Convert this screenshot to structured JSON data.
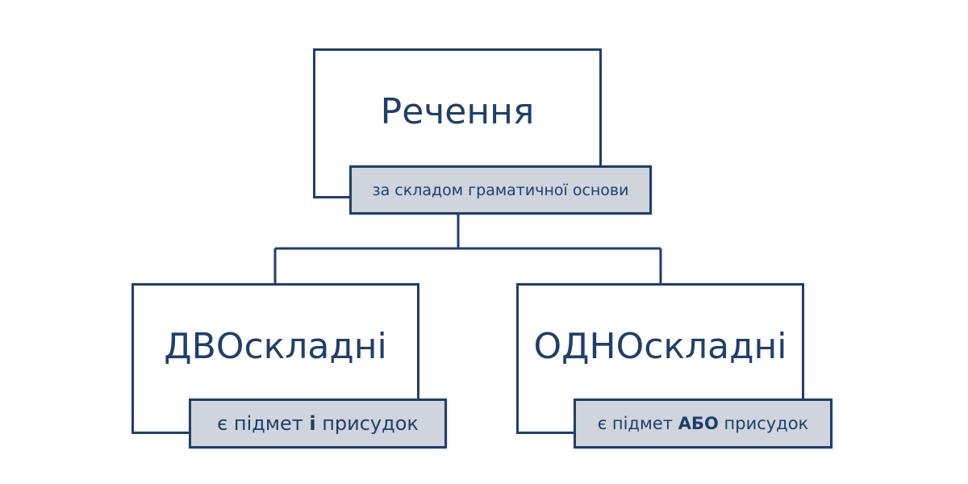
{
  "colors": {
    "stroke": "#1f3f6c",
    "tag_fill": "#cfd4dd",
    "text": "#1f3f6c"
  },
  "root": {
    "title": "Речення",
    "tag": "за складом граматичної основи"
  },
  "left": {
    "title": "ДВОскладні",
    "tag_before": "є підмет ",
    "tag_bold": "і",
    "tag_after": " присудок"
  },
  "right": {
    "title": "ОДНОскладні",
    "tag_before": "є підмет ",
    "tag_bold": "АБО",
    "tag_after": " присудок"
  }
}
